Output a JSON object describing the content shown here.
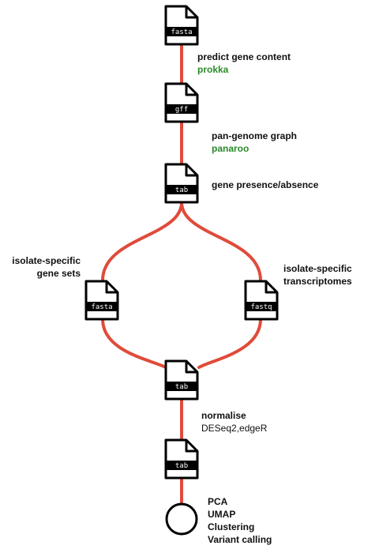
{
  "colors": {
    "edge": "#e04b3a",
    "tool": "#2a8a2a",
    "stroke": "#000000"
  },
  "nodes": {
    "top": "fasta",
    "gff": "gff",
    "tab1": "tab",
    "left": "fasta",
    "right": "fastq",
    "tab2": "tab",
    "tab3": "tab"
  },
  "steps": {
    "predict": {
      "title": "predict gene content",
      "tool": "prokka"
    },
    "pangenome": {
      "title": "pan-genome graph",
      "tool": "panaroo"
    },
    "presence": {
      "title": "gene presence/absence"
    },
    "left_branch": {
      "line1": "isolate-specific",
      "line2": "gene sets"
    },
    "right_branch": {
      "line1": "isolate-specific",
      "line2": "transcriptomes"
    },
    "normalise": {
      "title": "normalise",
      "tool": "DESeq2,edgeR"
    },
    "analyses": [
      "PCA",
      "UMAP",
      "Clustering",
      "Variant calling"
    ]
  }
}
